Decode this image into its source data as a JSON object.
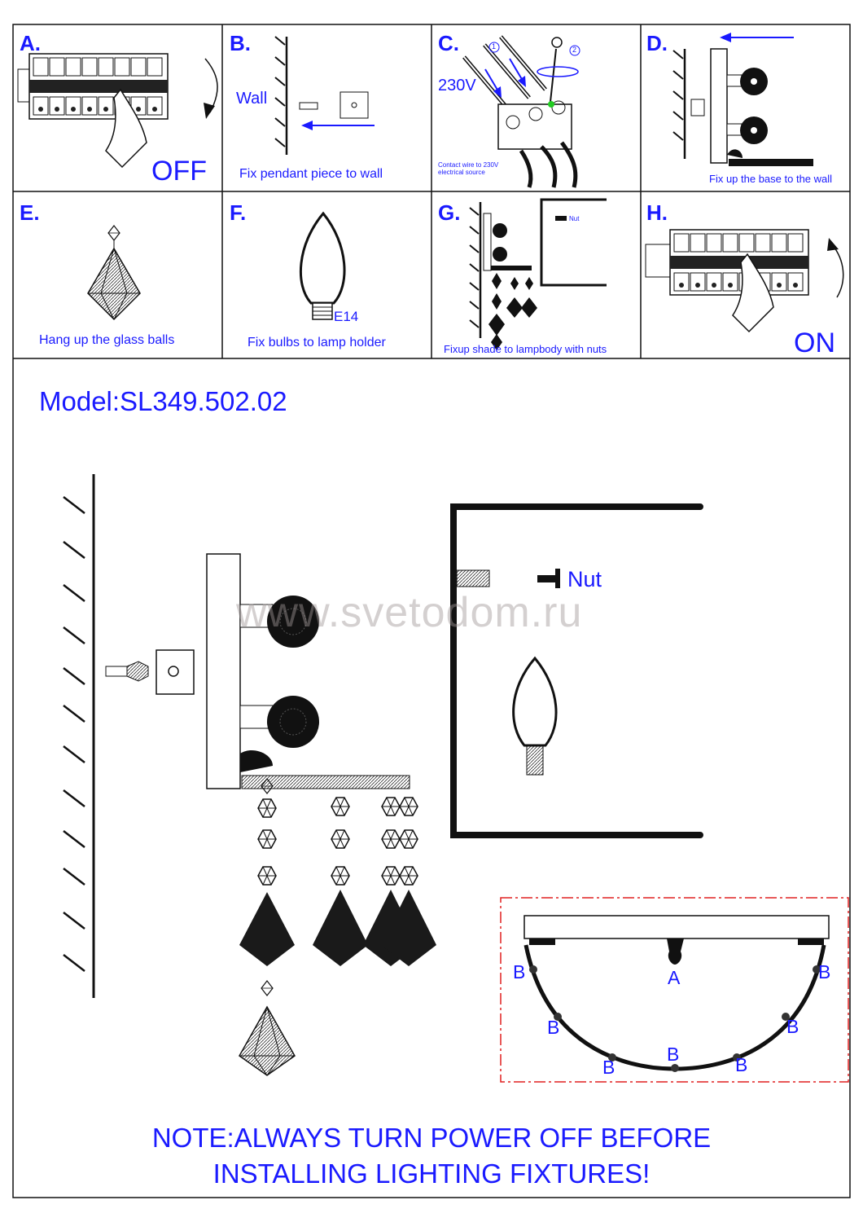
{
  "steps": [
    {
      "letter": "A.",
      "caption": "OFF"
    },
    {
      "letter": "B.",
      "caption": "Fix pendant piece to wall",
      "wall_label": "Wall"
    },
    {
      "letter": "C.",
      "voltage": "230V",
      "marker1": "1",
      "marker2": "2",
      "note_line1": "Contact wire to 230V",
      "note_line2": "electrical source"
    },
    {
      "letter": "D.",
      "caption": "Fix up the base to the wall"
    },
    {
      "letter": "E.",
      "caption": "Hang up the glass balls"
    },
    {
      "letter": "F.",
      "caption": "Fix bulbs to lamp holder",
      "bulb_label": "E14"
    },
    {
      "letter": "G.",
      "caption": "Fixup shade to lampbody with nuts",
      "nut_label": "Nut"
    },
    {
      "letter": "H.",
      "caption": "ON"
    }
  ],
  "model": "Model:SL349.502.02",
  "watermark": "www.svetodom.ru",
  "main_diagram": {
    "nut_label": "Nut"
  },
  "detail_labels": {
    "a": "A",
    "b": "B"
  },
  "note": {
    "line1": "NOTE:ALWAYS TURN POWER OFF BEFORE",
    "line2": "INSTALLING LIGHTING FIXTURES!"
  },
  "colors": {
    "text": "#1a1aff",
    "line": "#111111",
    "detail_border": "#e02020"
  }
}
